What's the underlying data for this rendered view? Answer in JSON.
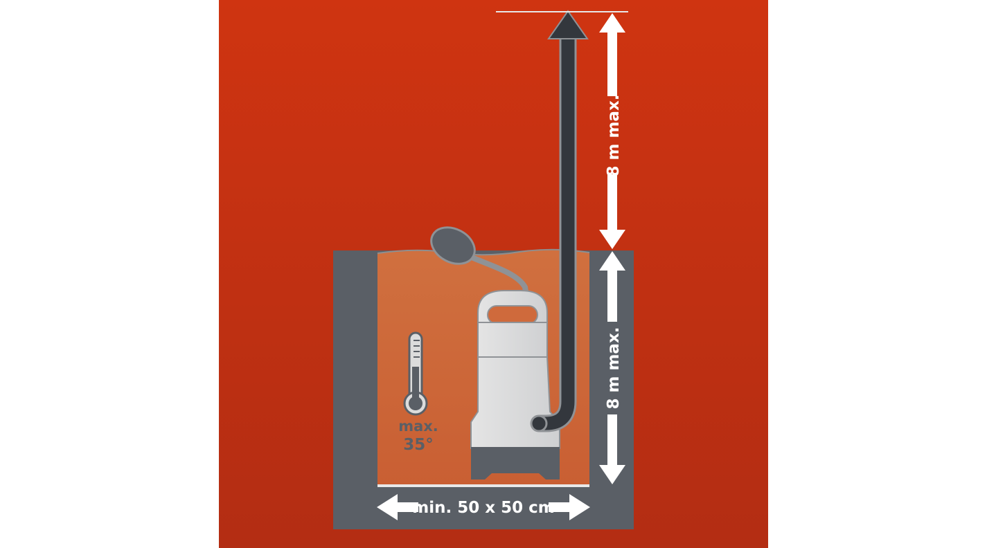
{
  "labels": {
    "lift_height_upper": "8 m max.",
    "immersion_depth": "8 m max.",
    "shaft_size": "min. 50 x 50 cm",
    "temp_line1": "max.",
    "temp_line2": "35°"
  },
  "colors": {
    "background_top": "#cf3411",
    "background_bottom": "#b32d13",
    "water": "#cf6a3c",
    "shaft_wall": "#5a5f66",
    "pump_body": "#dcdcdc",
    "pump_base": "#5a5f66",
    "hose": "#33373d",
    "arrows": "#ffffff",
    "temperature_label": "#5a5f66"
  },
  "icons": {
    "thermometer": "thermometer-icon",
    "float_switch": "float-switch-icon"
  }
}
